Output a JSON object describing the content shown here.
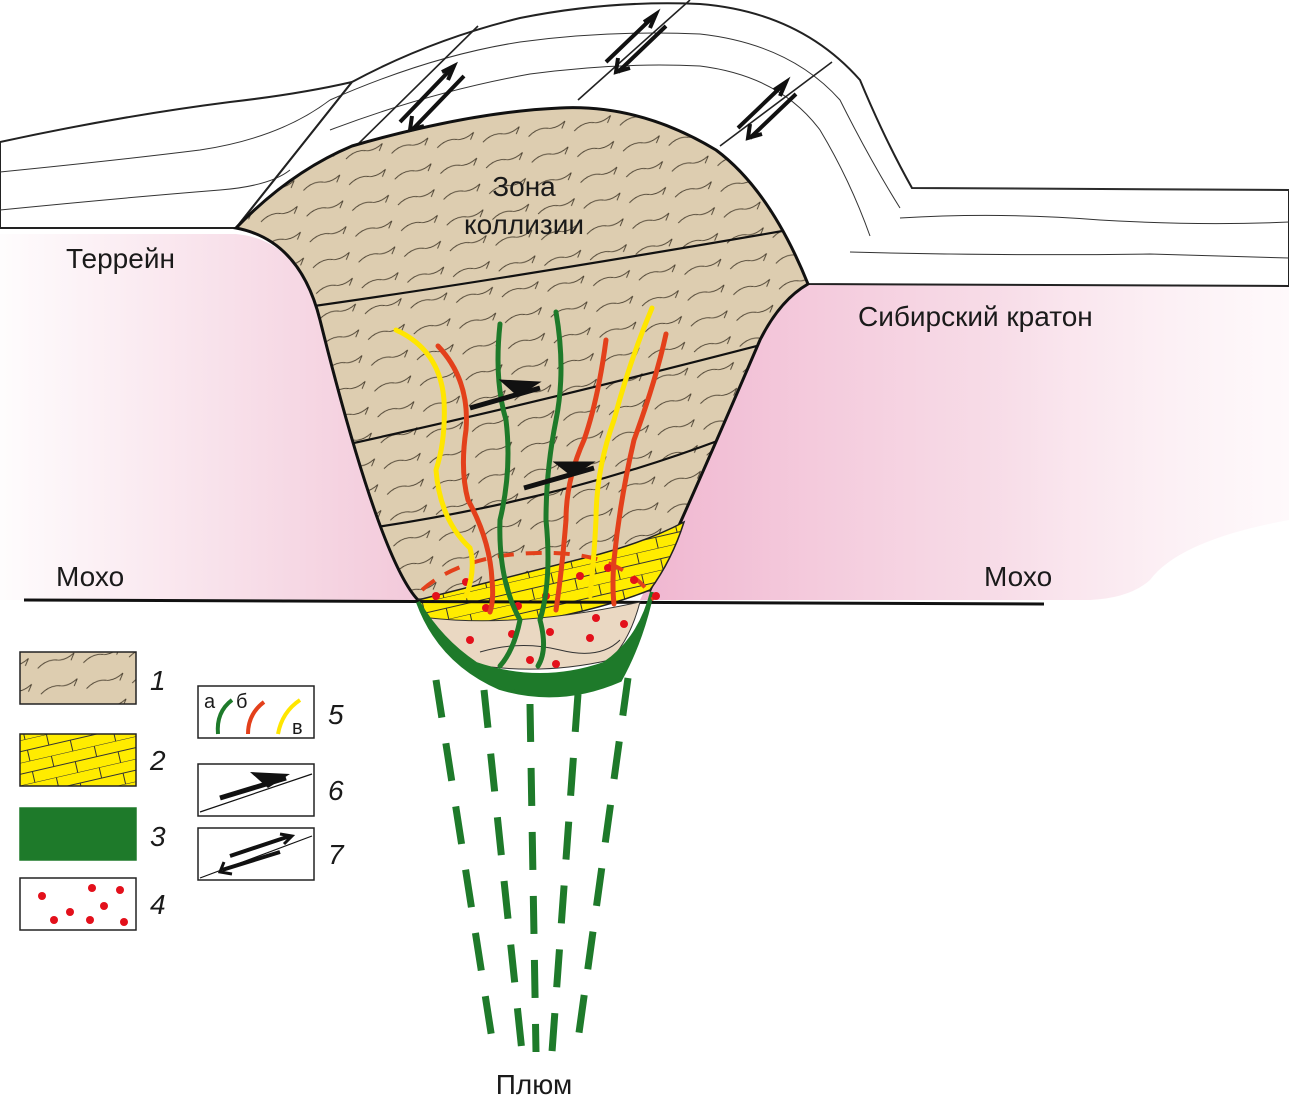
{
  "labels": {
    "collision_zone_line1": "Зона",
    "collision_zone_line2": "коллизии",
    "terrane": "Террейн",
    "siberian_craton": "Сибирский кратон",
    "moho_left": "Мохо",
    "moho_right": "Мохо",
    "plume": "Плюм"
  },
  "legend": [
    {
      "number": "1",
      "swatch": "collision-zone-deposits"
    },
    {
      "number": "2",
      "swatch": "underplating-layer"
    },
    {
      "number": "3",
      "swatch": "mafic-rocks"
    },
    {
      "number": "4",
      "swatch": "melt-spots"
    },
    {
      "number": "5",
      "swatch": "magma-channels",
      "sub_a": "а",
      "sub_b": "б",
      "sub_c": "в"
    },
    {
      "number": "6",
      "swatch": "thrust-arrow"
    },
    {
      "number": "7",
      "swatch": "shear-arrows"
    }
  ],
  "colors": {
    "crust_fill": "#ddcdb0",
    "mantle_pink": "#f2c6d8",
    "yellow_layer": "#ffec00",
    "green_channel": "#1e7a2a",
    "red_channel": "#e3401b",
    "yellow_channel": "#ffe600",
    "melt_dot": "#e3101b"
  }
}
